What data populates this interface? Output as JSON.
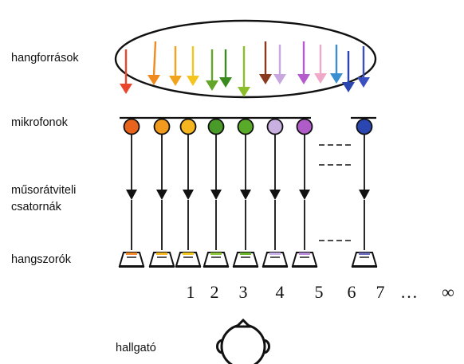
{
  "labels": {
    "sources": "hangforrások",
    "microphones": "mikrofonok",
    "channels_line1": "műsorátviteli",
    "channels_line2": "csatornák",
    "speakers": "hangszorók",
    "listener": "hallgató"
  },
  "channel_numbers": [
    "1",
    "2",
    "3",
    "4",
    "5",
    "6",
    "7",
    "…",
    "∞"
  ],
  "colors": {
    "ink": "#111111",
    "source_arrows": [
      "#e8462d",
      "#f08a1e",
      "#f2a31d",
      "#f5c51f",
      "#62a528",
      "#3a8a1f",
      "#8cbe2b",
      "#8a3a1f",
      "#c8a6e0",
      "#b45ccc",
      "#f0a8c8",
      "#3a8fd0",
      "#2a46b0",
      "#3a4fc0"
    ],
    "mic_colors": [
      "#e8641d",
      "#f09a1e",
      "#f5b520",
      "#4a9a2a",
      "#5aaa2a",
      "#c8b0e0",
      "#b05cc8",
      "#2a46b0"
    ],
    "speaker_stripes": [
      "#f08a2a",
      "#f5b520",
      "#f2c820",
      "#8cc43a",
      "#6ab42a",
      "#c8b0e8",
      "#b88ad8",
      "#6a6ab8"
    ]
  },
  "icons": {
    "microphone": "microphone-icon",
    "speaker": "speaker-icon",
    "listener": "listener-head-icon"
  }
}
